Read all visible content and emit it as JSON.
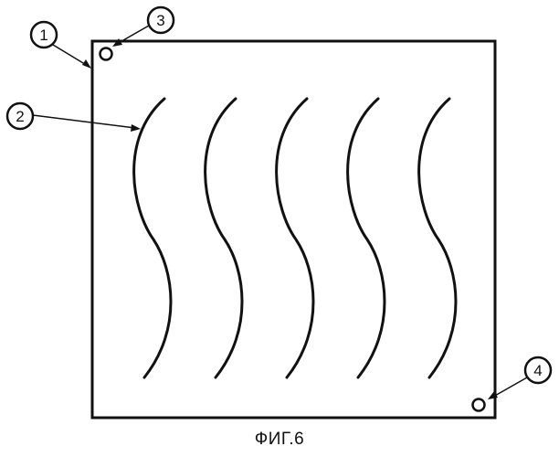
{
  "callouts": {
    "panel": "1",
    "wave": "2",
    "hole_top_left": "3",
    "hole_bottom_right": "4"
  },
  "caption": "ФИГ.6",
  "colors": {
    "stroke": "#111111",
    "background": "#ffffff"
  }
}
